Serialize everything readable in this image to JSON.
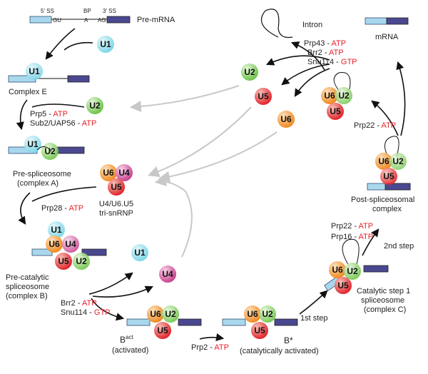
{
  "colors": {
    "U1": "#7fd6e8",
    "U2": "#8dd16f",
    "U4": "#d65aa6",
    "U5": "#e8292f",
    "U6": "#f59a35",
    "exon_light": "#a9d8ee",
    "exon_dark": "#4a4890",
    "red_text": "#e8202a",
    "grey_arrow": "#c8c8c8"
  },
  "snrna": {
    "U1": "U1",
    "U2": "U2",
    "U4": "U4",
    "U5": "U5",
    "U6": "U6"
  },
  "labels": {
    "ss5": "5′ SS",
    "bp": "BP",
    "ss3": "3′ SS",
    "gu": "GU",
    "a": "A",
    "ag": "AG",
    "pre_mrna": "Pre-mRNA",
    "complex_e": "Complex E",
    "prp5": "Prp5 - ",
    "sub2": "Sub2/UAP56 - ",
    "pre_spliceosome_1": "Pre-spliceosome",
    "pre_spliceosome_2": "(complex A)",
    "tri_1": "U4/U6.U5",
    "tri_2": "tri-snRNP",
    "prp28": "Prp28 - ",
    "pre_cat_1": "Pre-catalytic",
    "pre_cat_2": "spliceosome",
    "pre_cat_3": "(complex B)",
    "brr2_b": "Brr2 - ",
    "snu114_b": "Snu114 - ",
    "bact_1": "B",
    "bact_sup": "act",
    "bact_2": "(activated)",
    "prp2": "Prp2 - ",
    "bstar_1": "B*",
    "bstar_2": "(catalytically activated)",
    "first_step": "1st step",
    "cat1_1": "Catalytic step 1",
    "cat1_2": "spliceosome",
    "cat1_3": "(complex C)",
    "prp22_c": "Prp22 - ",
    "prp16_c": "Prp16 - ",
    "second_step": "2nd step",
    "post_1": "Post-spliceosomal",
    "post_2": "complex",
    "prp22_p": "Prp22 - ",
    "mrna": "mRNA",
    "intron": "Intron",
    "prp43": "Prp43 - ",
    "brr2_r": "Brr2 - ",
    "snu114_r": "Snu114 - "
  },
  "cofactors": {
    "atp": "ATP",
    "gtp": "GTP"
  }
}
